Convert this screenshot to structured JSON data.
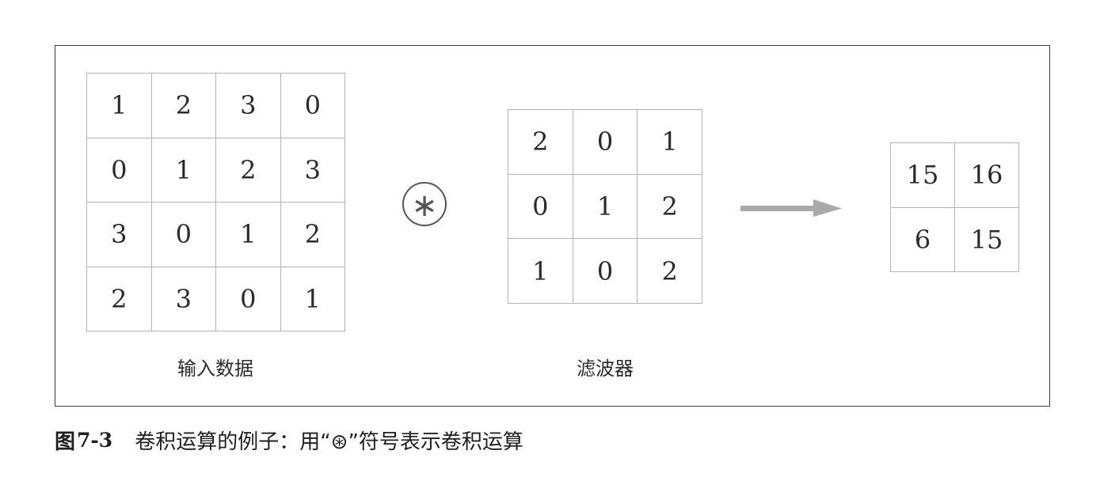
{
  "input": {
    "label": "输入数据",
    "rows": [
      [
        "1",
        "2",
        "3",
        "0"
      ],
      [
        "0",
        "1",
        "2",
        "3"
      ],
      [
        "3",
        "0",
        "1",
        "2"
      ],
      [
        "2",
        "3",
        "0",
        "1"
      ]
    ]
  },
  "operator": {
    "symbol": "∗",
    "icon": "convolution-operator-icon"
  },
  "filter": {
    "label": "滤波器",
    "rows": [
      [
        "2",
        "0",
        "1"
      ],
      [
        "0",
        "1",
        "2"
      ],
      [
        "1",
        "0",
        "2"
      ]
    ]
  },
  "arrow": {
    "icon": "right-arrow-icon",
    "color": "#a9a9a9"
  },
  "output": {
    "rows": [
      [
        "15",
        "16"
      ],
      [
        "6",
        "15"
      ]
    ]
  },
  "caption": {
    "prefix": "图",
    "number": "7-3",
    "text": "卷积运算的例子：用“⊛”符号表示卷积运算"
  },
  "colors": {
    "grid_line": "#b3b3b3",
    "frame": "#3a3a3a",
    "text": "#2b2b2b",
    "operator_circle": "#555555"
  }
}
